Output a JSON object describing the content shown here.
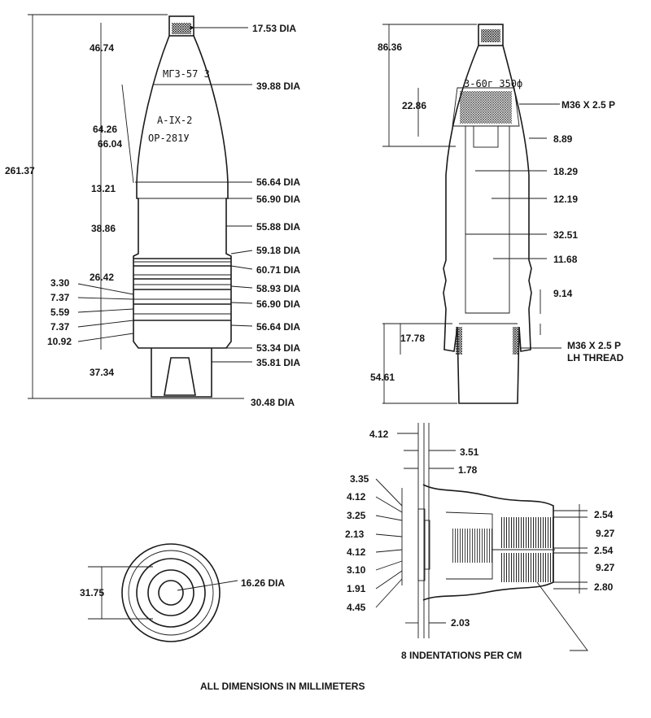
{
  "figure": {
    "footer": "ALL DIMENSIONS IN MILLIMETERS",
    "indentations_note": "8 INDENTATIONS PER CM"
  },
  "markings": {
    "nose_stamp": "МГЗ-57 З",
    "line1": "А-IX-2",
    "line2": "ОР-281У",
    "fuze_stamp": "3-60г 350ф"
  },
  "exterior_view": {
    "overall_length": "261.37",
    "left_dims": [
      "46.74",
      "64.26",
      "66.04",
      "13.21",
      "38.86",
      "26.42",
      "3.30",
      "7.37",
      "5.59",
      "7.37",
      "10.92",
      "37.34"
    ],
    "right_dims": [
      "17.53 DIA",
      "39.88 DIA",
      "56.64 DIA",
      "56.90 DIA",
      "55.88 DIA",
      "59.18 DIA",
      "60.71 DIA",
      "58.93 DIA",
      "56.90 DIA",
      "56.64 DIA",
      "53.34 DIA",
      "35.81 DIA",
      "30.48 DIA"
    ]
  },
  "section_view": {
    "left_dims": [
      "86.36",
      "22.86",
      "17.78",
      "54.61"
    ],
    "right_dims": [
      "M36 X 2.5 P",
      "8.89",
      "18.29",
      "12.19",
      "32.51",
      "11.68",
      "9.14"
    ],
    "thread_note_1": "M36 X 2.5 P",
    "thread_note_2": "LH THREAD"
  },
  "band_detail": {
    "top_dims": [
      "4.12",
      "3.51",
      "1.78"
    ],
    "left_dims": [
      "3.35",
      "4.12",
      "3.25",
      "2.13",
      "4.12",
      "3.10",
      "1.91",
      "4.45"
    ],
    "right_dims": [
      "2.54",
      "9.27",
      "2.54",
      "9.27",
      "2.80"
    ],
    "bottom_dim": "2.03"
  },
  "base_view": {
    "height_dim": "31.75",
    "dia_label": "16.26 DIA"
  }
}
